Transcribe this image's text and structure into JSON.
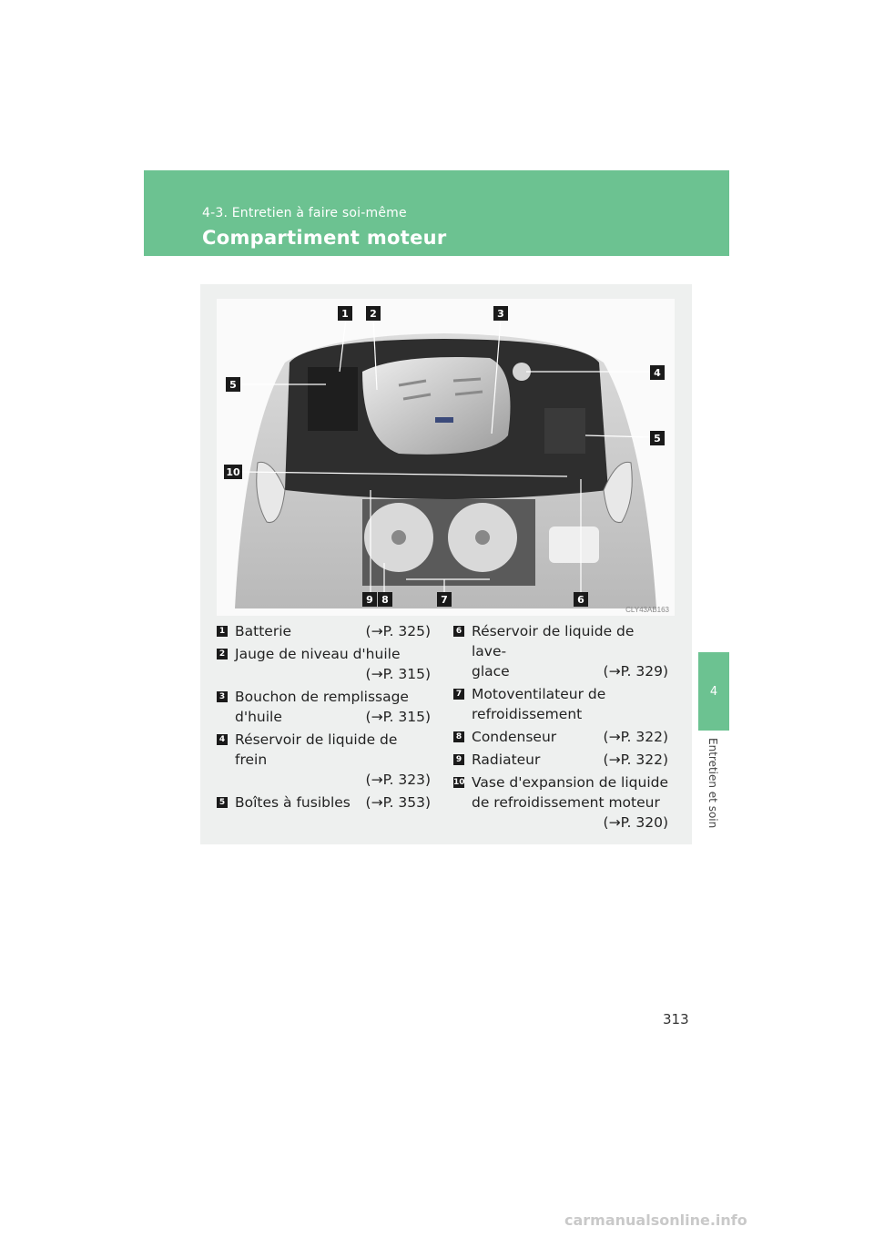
{
  "header": {
    "section": "4-3. Entretien à faire soi-même",
    "title": "Compartiment moteur"
  },
  "side_tab": {
    "number": "4",
    "label": "Entretien et soin"
  },
  "figure": {
    "code": "CLY43AB163",
    "callouts": [
      "1",
      "2",
      "3",
      "4",
      "5",
      "10",
      "5",
      "9",
      "8",
      "7",
      "6"
    ]
  },
  "legend": {
    "left": [
      {
        "num": "1",
        "text": "Batterie",
        "ref": "(→P. 325)"
      },
      {
        "num": "2",
        "text": "Jauge de niveau d'huile",
        "ref": "(→P. 315)"
      },
      {
        "num": "3",
        "text": "Bouchon de remplissage",
        "text2": "d'huile",
        "ref": "(→P. 315)"
      },
      {
        "num": "4",
        "text": "Réservoir de liquide de frein",
        "ref": "(→P. 323)"
      },
      {
        "num": "5",
        "text": "Boîtes à fusibles",
        "ref": "(→P. 353)"
      }
    ],
    "right": [
      {
        "num": "6",
        "text": "Réservoir de liquide de lave-",
        "text2": "glace",
        "ref": "(→P. 329)"
      },
      {
        "num": "7",
        "text": "Motoventilateur de",
        "text2": "refroidissement"
      },
      {
        "num": "8",
        "text": "Condenseur",
        "ref": "(→P. 322)"
      },
      {
        "num": "9",
        "text": "Radiateur",
        "ref": "(→P. 322)"
      },
      {
        "num": "10",
        "text": "Vase d'expansion de liquide",
        "text2": "de refroidissement moteur",
        "ref": "(→P. 320)"
      }
    ]
  },
  "page_number": "313",
  "watermark": "carmanualsonline.info"
}
